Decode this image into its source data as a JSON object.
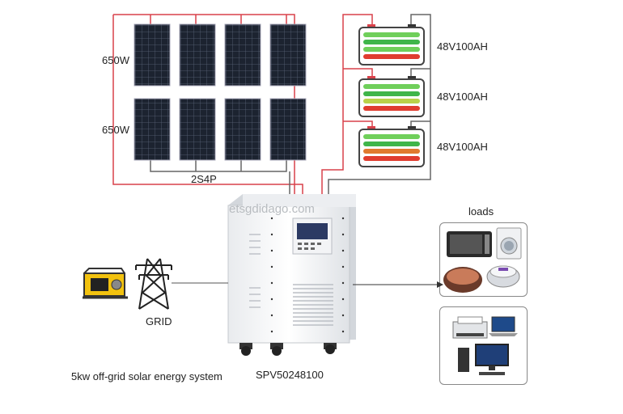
{
  "watermark": "etsgdidago.com",
  "panels": {
    "row_top_power": "650W",
    "row_bottom_power": "650W",
    "config": "2S4P"
  },
  "batteries": [
    {
      "label": "48V100AH"
    },
    {
      "label": "48V100AH"
    },
    {
      "label": "48V100AH"
    }
  ],
  "grid_label": "GRID",
  "inverter": {
    "model": "SPV50248100"
  },
  "loads": {
    "title": "loads"
  },
  "caption": "5kw off-grid solar energy system",
  "colors": {
    "wire_red": "#d9414a",
    "wire_gray": "#666666",
    "panel_dark": "#1c2330",
    "battery_green": "#3fb54a",
    "battery_red": "#e03c2f"
  }
}
